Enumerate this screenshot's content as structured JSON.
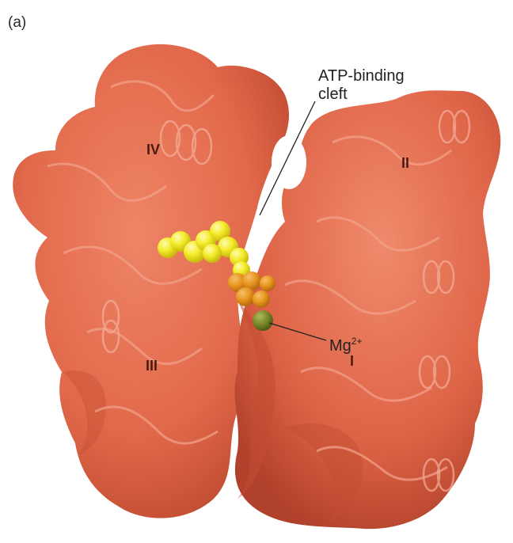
{
  "figure": {
    "panel_label": "(a)",
    "callouts": {
      "atp_line1": "ATP-binding",
      "atp_line2": "cleft",
      "mg_base": "Mg",
      "mg_charge": "2+"
    },
    "domains": {
      "iv": "IV",
      "ii": "II",
      "iii": "III",
      "i": "I"
    },
    "colors": {
      "protein_surface": "#e2694b",
      "protein_shadow": "#b9452c",
      "ribbon": "#f2a08a",
      "atp": "#f4ec2a",
      "atp_phosphate": "#e8951e",
      "magnesium": "#7a8a2a"
    }
  }
}
